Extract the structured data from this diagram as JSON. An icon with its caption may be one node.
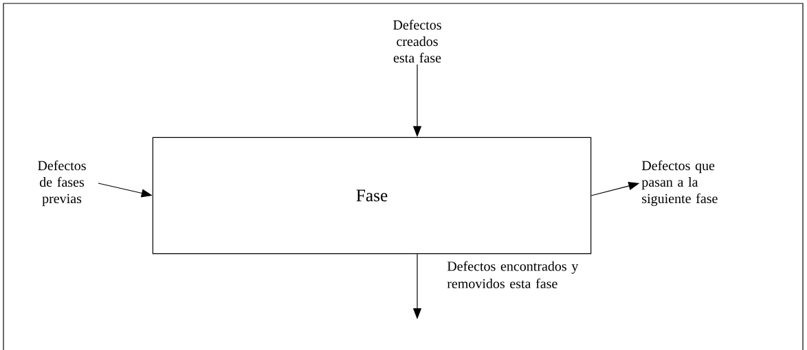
{
  "diagram": {
    "nodes": [
      {
        "text": [
          "Fase"
        ]
      },
      {
        "text": [
          "Defectos creados esta fase"
        ]
      },
      {
        "text": [
          "Defectos de fases previas"
        ]
      },
      {
        "text": [
          "Defectos que pasan a la siguiente fase"
        ]
      }
    ],
    "edges": [
      {
        "from": 1,
        "to": 0,
        "arrow": "to"
      },
      {
        "from": 2,
        "to": 0,
        "arrow": "to"
      },
      {
        "from": 0,
        "to": 3,
        "arrow": "to"
      },
      {
        "from": 0,
        "to": null,
        "arrow": "to",
        "label": "Defectos encontrados y removidos esta fase"
      }
    ]
  }
}
